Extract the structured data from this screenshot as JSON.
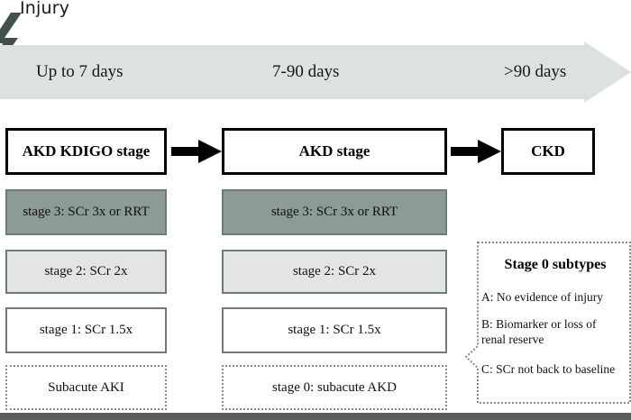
{
  "figure": {
    "injury_label": "Injury",
    "bolt_icon": "lightning-bolt-icon"
  },
  "timeline": {
    "segments": [
      {
        "label": "Up to 7 days"
      },
      {
        "label": "7-90 days"
      },
      {
        "label": ">90 days"
      }
    ],
    "band_color": "#dce1e1",
    "arrow_direction": "right"
  },
  "headers": [
    {
      "label": "AKD KDIGO stage"
    },
    {
      "label": "AKD stage"
    },
    {
      "label": "CKD"
    }
  ],
  "flow_arrows": [
    {
      "name": "arrow-akd-kdigo-to-akd"
    },
    {
      "name": "arrow-akd-to-ckd"
    }
  ],
  "columns": [
    {
      "name": "akd-kdigo-stage-column",
      "stages": [
        {
          "label": "stage 3: SCr 3x or RRT",
          "fill": "#8c9b97",
          "border": "solid"
        },
        {
          "label": "stage 2: SCr 2x",
          "fill": "#e3e5e4",
          "border": "solid"
        },
        {
          "label": "stage 1: SCr 1.5x",
          "fill": "#ffffff",
          "border": "solid"
        },
        {
          "label": "Subacute AKI",
          "fill": "#ffffff",
          "border": "dotted"
        }
      ]
    },
    {
      "name": "akd-stage-column",
      "stages": [
        {
          "label": "stage 3: SCr 3x or RRT",
          "fill": "#8c9b97",
          "border": "solid"
        },
        {
          "label": "stage 2: SCr 2x",
          "fill": "#e3e5e4",
          "border": "solid"
        },
        {
          "label": "stage 1: SCr 1.5x",
          "fill": "#ffffff",
          "border": "solid"
        },
        {
          "label": "stage 0: subacute AKD",
          "fill": "#ffffff",
          "border": "dotted"
        }
      ]
    }
  ],
  "stage0_callout": {
    "title": "Stage 0 subtypes",
    "items": [
      "A: No evidence of injury",
      "B: Biomarker or loss of\n     renal reserve",
      "C: SCr not back to baseline"
    ]
  },
  "colors": {
    "bolt": "#41514e",
    "banner": "#dce1e1",
    "stage3": "#8c9b97",
    "stage2": "#e3e5e4",
    "box_border": "#6f7b79",
    "header_border": "#000000",
    "bottom_band": "#585c5c"
  }
}
